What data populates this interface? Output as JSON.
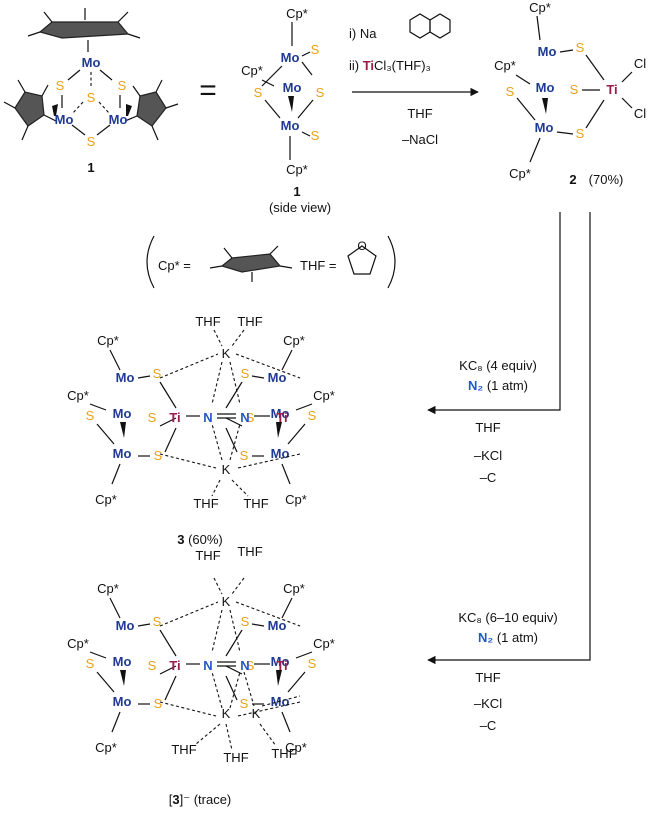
{
  "colors": {
    "mo": "#1f3a93",
    "s": "#e8a317",
    "ti": "#9b1b4a",
    "n": "#2457c5",
    "black": "#111111"
  },
  "atoms": {
    "mo": "Mo",
    "s": "S",
    "ti": "Ti",
    "k": "K",
    "cl": "Cl",
    "n": "N",
    "cp": "Cp*",
    "thf": "THF"
  },
  "compound1": {
    "label": "1",
    "side_label": "1",
    "side_view": "(side view)",
    "equals": "="
  },
  "step1": {
    "reagent_i": "i)  Na",
    "reagent_ii_prefix": "ii) ",
    "reagent_ii_ti": "Ti",
    "reagent_ii_rest": "Cl₃(THF)₃",
    "solvent": "THF",
    "byproduct": "–NaCl"
  },
  "compound2": {
    "label": "2",
    "yield": "(70%)"
  },
  "legend": {
    "cp_def": "Cp* =",
    "thf_def": "THF ="
  },
  "step2": {
    "reagent_a": "KC₈ (4 equiv)",
    "reagent_n": "N₂",
    "reagent_n_rest": "(1 atm)",
    "solvent": "THF",
    "byproduct_1": "–KCl",
    "byproduct_2": "–C"
  },
  "compound3": {
    "label": "3",
    "yield": "(60%)"
  },
  "step3": {
    "reagent_a": "KC₈ (6–10 equiv)",
    "reagent_n": "N₂",
    "reagent_n_rest": "(1 atm)",
    "solvent": "THF",
    "byproduct_1": "–KCl",
    "byproduct_2": "–C"
  },
  "compound3minus": {
    "label_open": "[",
    "label": "3",
    "label_close": "]⁻",
    "yield": "(trace)"
  }
}
